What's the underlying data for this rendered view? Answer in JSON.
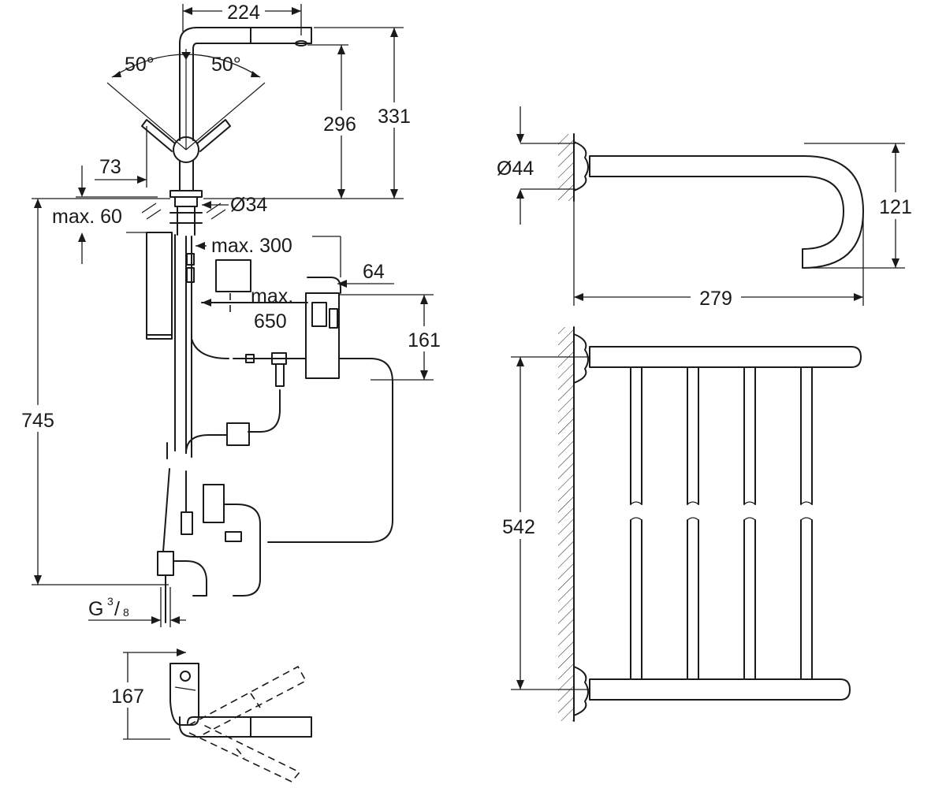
{
  "faucet_dimensions": {
    "spout_reach": "224",
    "handle_angle_left": "50°",
    "handle_angle_right": "50°",
    "spout_height": "296",
    "overall_height": "331",
    "handle_offset": "73",
    "deck_thickness": "max. 60",
    "mount_hole": "Ø34",
    "hose_length": "max. 300",
    "valve_width": "64",
    "control_distance_line1": "max.",
    "control_distance_line2": "650",
    "valve_height": "161",
    "total_height": "745",
    "thread_g": "G",
    "thread_num": "3",
    "thread_den": "8",
    "base_depth": "167"
  },
  "towel_hook_dimensions": {
    "rosette_diameter": "Ø44",
    "hook_height": "121",
    "projection": "279"
  },
  "towel_rack_dimensions": {
    "height": "542"
  }
}
